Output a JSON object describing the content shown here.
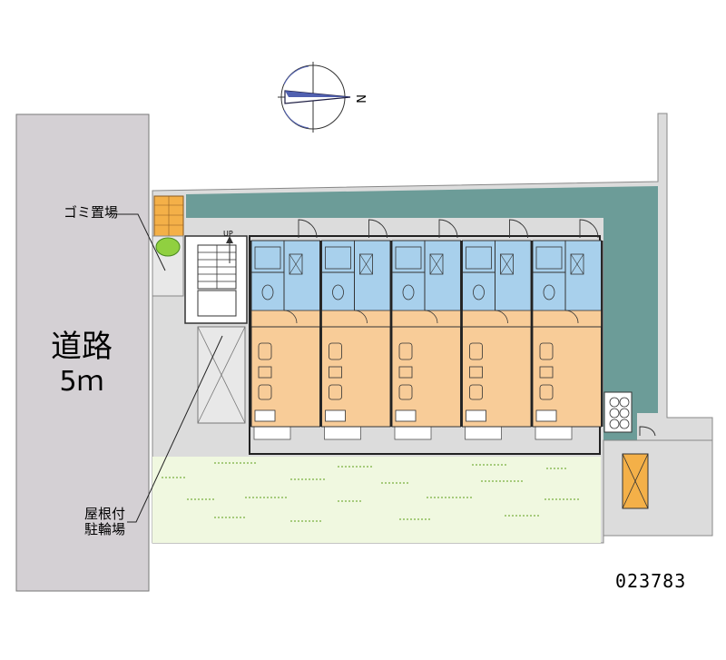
{
  "labels": {
    "garbage": "ゴミ置場",
    "road_name": "道路",
    "road_width": "5ｍ",
    "bicycle_line1": "屋根付",
    "bicycle_line2": "駐輪場",
    "stairs_up": "UP",
    "north": "N",
    "code": "023783"
  },
  "units": [
    {
      "id": "unit-1"
    },
    {
      "id": "unit-2"
    },
    {
      "id": "unit-3"
    },
    {
      "id": "unit-4"
    },
    {
      "id": "unit-5"
    }
  ],
  "colors": {
    "road": "#d4d0d4",
    "lot_gray": "#dcdcdc",
    "teal_border": "#6c9c98",
    "wet_blue": "#a8d0ec",
    "room_orange": "#f8cc98",
    "grass": "#f0f8e0",
    "garbage_brick": "#f4b048",
    "plant_green": "#90d040"
  }
}
